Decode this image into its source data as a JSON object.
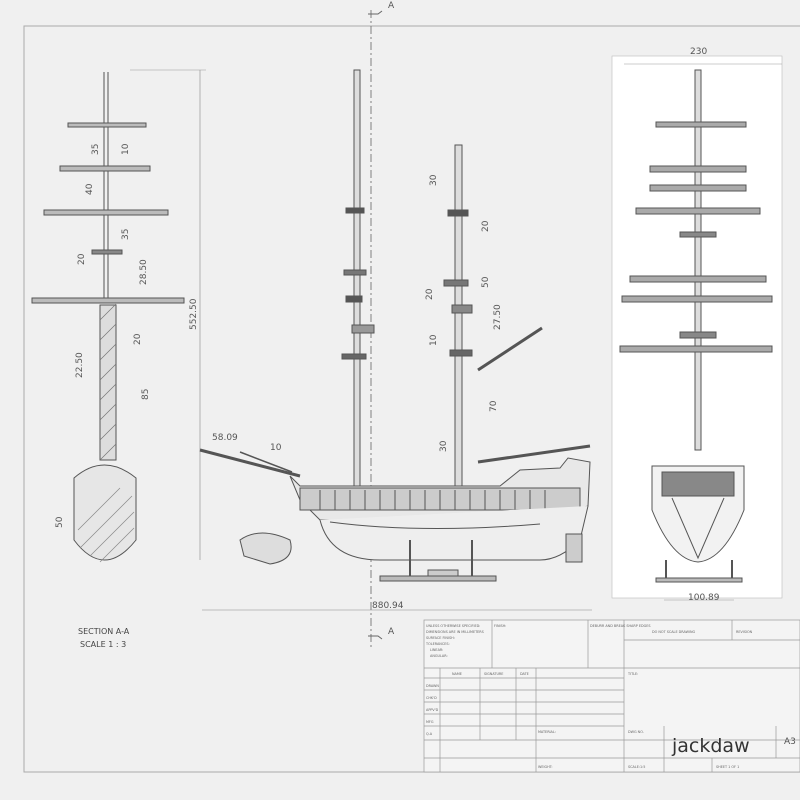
{
  "drawing": {
    "section_marker": "A",
    "section_title": "SECTION A-A",
    "section_scale": "SCALE 1 : 3"
  },
  "dimensions": {
    "section_view": {
      "overall_height": "552.50",
      "d35": "35",
      "d10": "10",
      "d40": "40",
      "d35b": "35",
      "d20": "20",
      "d28": "28.50",
      "d20b": "20",
      "d22": "22.50",
      "d85": "85",
      "d50": "50"
    },
    "side_view": {
      "bowsprit_angle": "58.09",
      "d10": "10",
      "d30": "30",
      "d20": "20",
      "d20b": "20",
      "d50": "50",
      "d27": "27.50",
      "d10b": "10",
      "d70": "70",
      "d30b": "30",
      "overall_length": "880.94"
    },
    "front_view": {
      "width": "230",
      "base": "100.89"
    }
  },
  "title_block": {
    "notes": [
      "UNLESS OTHERWISE SPECIFIED:",
      "DIMENSIONS ARE IN MILLIMETERS",
      "SURFACE FINISH:",
      "TOLERANCES:",
      "LINEAR:",
      "ANGULAR:"
    ],
    "finish_label": "FINISH:",
    "deburr_label": "DEBURR AND BREAK SHARP EDGES",
    "do_not_scale": "DO NOT SCALE DRAWING",
    "revision_label": "REVISION",
    "col_headers": [
      "NAME",
      "SIGNATURE",
      "DATE"
    ],
    "row_labels": [
      "DRAWN",
      "CHK'D",
      "APPV'D",
      "MFG",
      "Q.A"
    ],
    "title_label": "TITLE:",
    "material_label": "MATERIAL:",
    "dwg_no_label": "DWG NO.",
    "drawing_name": "jackdaw",
    "sheet_size": "A3",
    "weight_label": "WEIGHT:",
    "scale_label": "SCALE:1:5",
    "sheet_label": "SHEET 1 OF 1"
  }
}
